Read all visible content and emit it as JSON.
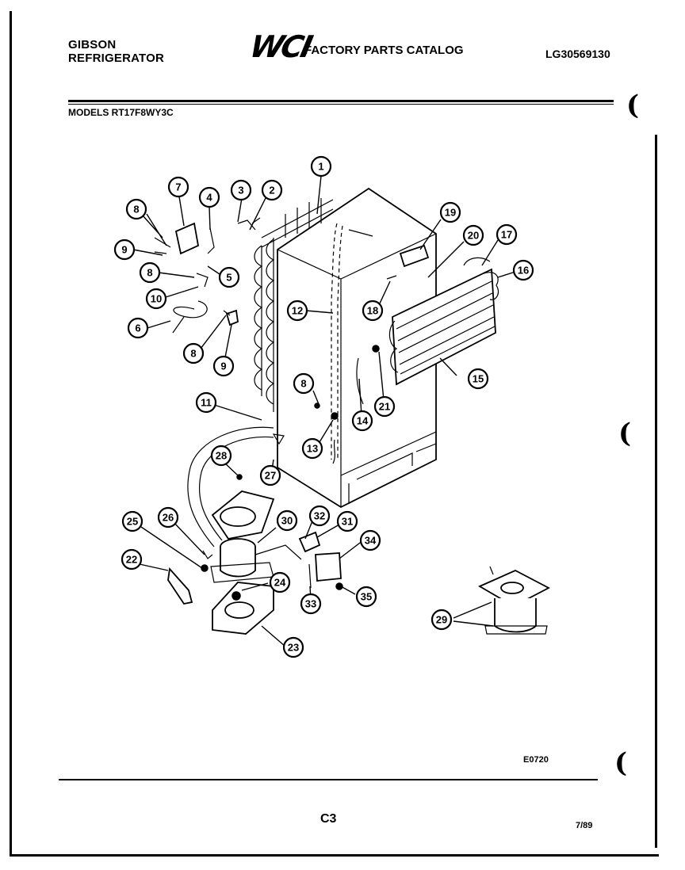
{
  "header": {
    "brand_line_1": "GIBSON",
    "brand_line_2": "REFRIGERATOR",
    "logo_text": "WCI",
    "catalog_title": "FACTORY PARTS CATALOG",
    "catalog_number": "LG30569130",
    "models_line": "MODELS RT17F8WY3C"
  },
  "diagram": {
    "callouts": [
      "1",
      "2",
      "3",
      "4",
      "5",
      "6",
      "7",
      "8",
      "8",
      "8",
      "8",
      "9",
      "9",
      "10",
      "11",
      "12",
      "13",
      "14",
      "15",
      "16",
      "17",
      "18",
      "19",
      "20",
      "21",
      "22",
      "23",
      "24",
      "25",
      "26",
      "27",
      "28",
      "29",
      "30",
      "31",
      "32",
      "33",
      "34",
      "35"
    ],
    "diagram_code": "E0720"
  },
  "footer": {
    "page_number": "C3",
    "date": "7/89"
  },
  "binder_glyph": "("
}
